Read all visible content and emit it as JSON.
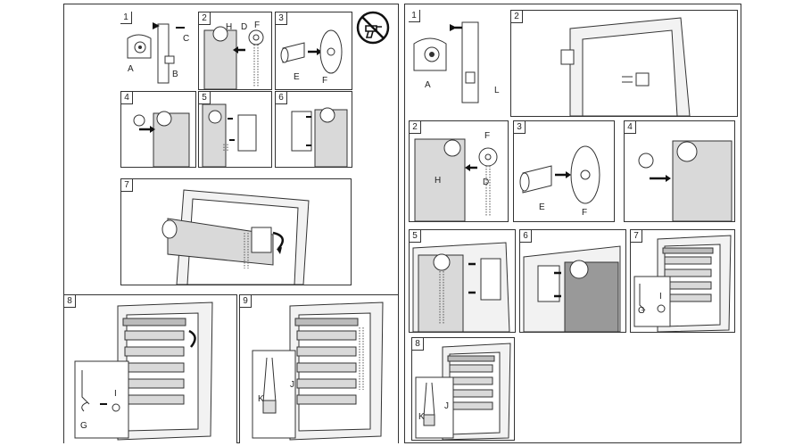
{
  "colors": {
    "ink": "#333333",
    "fabric": "#d9d9d9",
    "fabric_dark": "#b8b8b8",
    "frame": "#f2f2f2",
    "arrow": "#111111"
  },
  "left_sheet": {
    "no_drill_icon": "no-drill-icon",
    "steps": [
      {
        "num": "1",
        "labels": [
          "A",
          "B",
          "C"
        ]
      },
      {
        "num": "2",
        "labels": [
          "H",
          "D",
          "F"
        ]
      },
      {
        "num": "3",
        "labels": [
          "E",
          "F"
        ]
      },
      {
        "num": "4",
        "labels": []
      },
      {
        "num": "5",
        "labels": []
      },
      {
        "num": "6",
        "labels": []
      },
      {
        "num": "7",
        "labels": []
      },
      {
        "num": "8",
        "labels": [
          "G",
          "I"
        ]
      },
      {
        "num": "9",
        "labels": [
          "K",
          "J"
        ]
      }
    ]
  },
  "right_sheet": {
    "drill_icon": "drill-icon",
    "steps": [
      {
        "num": "1",
        "labels": [
          "A",
          "L"
        ]
      },
      {
        "num": "2",
        "labels": []
      },
      {
        "num": "2",
        "labels": [
          "F",
          "H",
          "D"
        ]
      },
      {
        "num": "3",
        "labels": [
          "E",
          "F"
        ]
      },
      {
        "num": "4",
        "labels": []
      },
      {
        "num": "5",
        "labels": []
      },
      {
        "num": "6",
        "labels": []
      },
      {
        "num": "7",
        "labels": [
          "G",
          "I"
        ]
      },
      {
        "num": "8",
        "labels": [
          "K",
          "J"
        ]
      }
    ]
  }
}
